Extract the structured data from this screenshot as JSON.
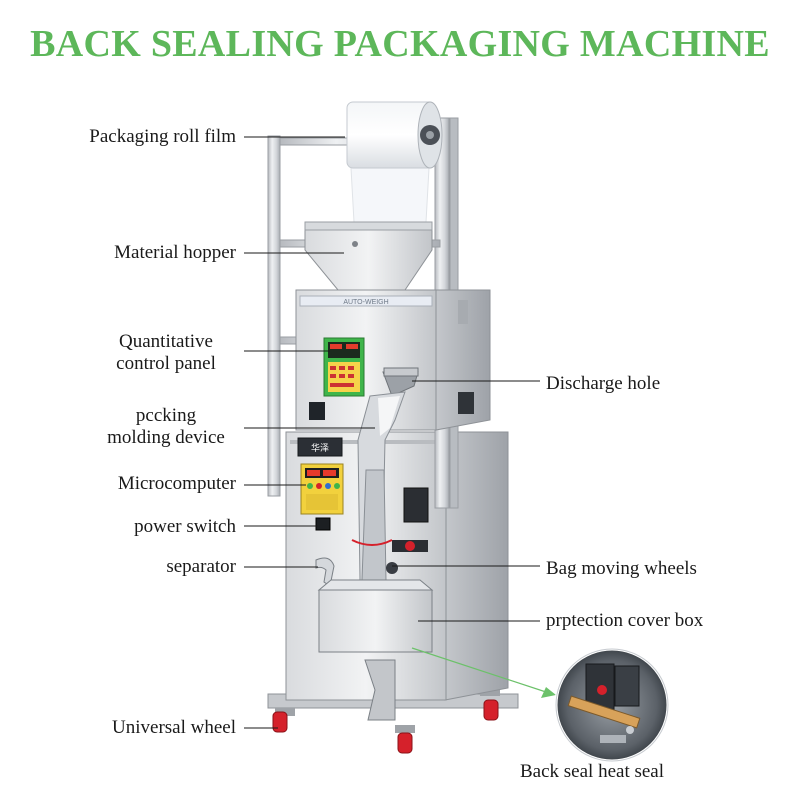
{
  "title": "BACK SEALING PACKAGING MACHINE",
  "labels": {
    "roll_film": "Packaging roll film",
    "hopper": "Material hopper",
    "control_panel_1": "Quantitative",
    "control_panel_2": "control panel",
    "molding_1": "pccking",
    "molding_2": "molding device",
    "microcomputer": "Microcomputer",
    "power_switch": "power switch",
    "separator": "separator",
    "universal_wheel": "Universal wheel",
    "discharge_hole": "Discharge hole",
    "bag_wheels": "Bag moving wheels",
    "cover_box": "prptection cover box",
    "heat_seal": "Back seal heat seal"
  },
  "machine_text": {
    "weigher_band": "AUTO-WEIGH",
    "brand": "华泽"
  },
  "colors": {
    "title": "#5db75a",
    "steel": "#c9cbcf",
    "panel_green": "#3fb54a",
    "wheel_red": "#d5212b",
    "callout_arrow": "#6cc16a"
  }
}
